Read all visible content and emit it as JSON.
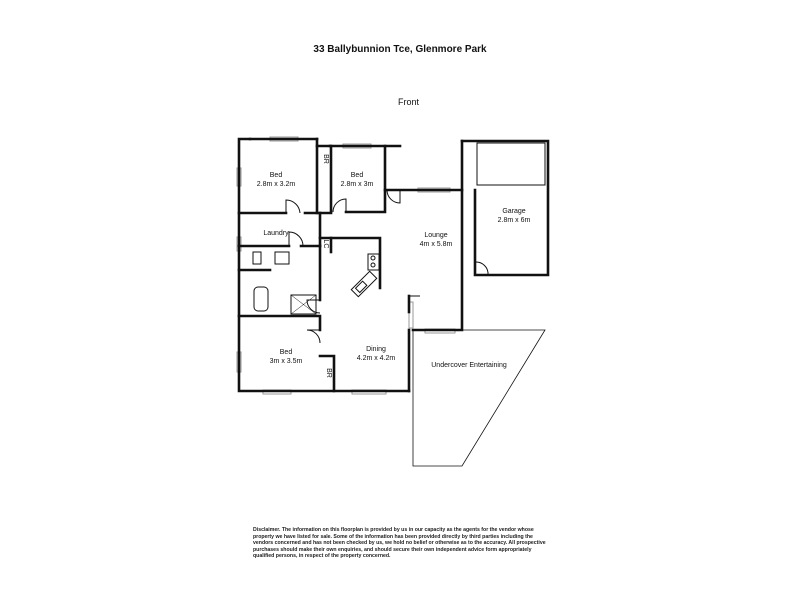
{
  "title": "33 Ballybunnion Tce, Glenmore Park",
  "front_label": "Front",
  "rooms": {
    "bed1": {
      "name": "Bed",
      "size": "2.8m x 3.2m"
    },
    "bed2": {
      "name": "Bed",
      "size": "2.8m x 3m"
    },
    "bed3": {
      "name": "Bed",
      "size": "3m x 3.5m"
    },
    "lounge": {
      "name": "Lounge",
      "size": "4m x 5.8m"
    },
    "garage": {
      "name": "Garage",
      "size": "2.8m x 6m"
    },
    "laundry": {
      "name": "Laundry"
    },
    "dining": {
      "name": "Dining",
      "size": "4.2m x 4.2m"
    },
    "entertaining": {
      "name": "Undercover Entertaining"
    },
    "br1": "BR",
    "br2": "BR",
    "lc": "LC"
  },
  "disclaimer": "Disclaimer. The information on this floorplan is provided by us in our capacity as the agents for the vendor whose property we have listed for sale. Some of the information has been provided directly by third parties including the vendors concerned and has not been checked by us, we hold no belief or otherwise as to the accuracy. All prospective purchases should make their own enquiries, and should secure their own independent advice form appropriately qualified persons, in respect of the property concerned."
}
